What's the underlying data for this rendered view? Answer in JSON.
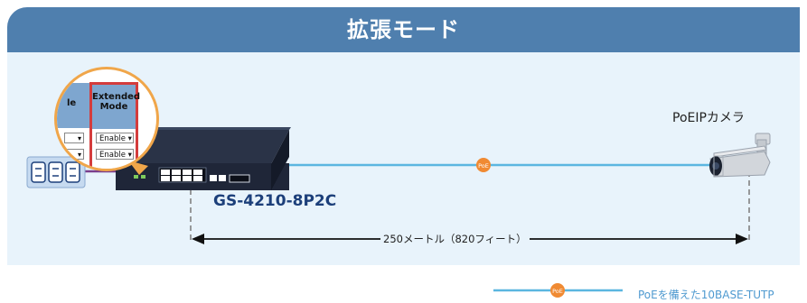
{
  "title": "拡張モード",
  "camera_label": "PoEIPカメラ",
  "switch_model": "GS-4210-8P2C",
  "distance_label": "250メートル（820フィート）",
  "poe_badge": "PoE",
  "legend": {
    "badge": "PoE",
    "label": "PoEを備えた10BASE-TUTP"
  },
  "zoom_table": {
    "left_col_header_fragment": "le",
    "header_line1": "Extended",
    "header_line2": "Mode",
    "rows": [
      "Enable ▾",
      "Enable ▾"
    ],
    "left_col_value": "▾"
  },
  "colors": {
    "banner": "#4f7fae",
    "panel": "#e8f3fb",
    "cable": "#5bb6e0",
    "poe_badge": "#f08a32",
    "zoom_ring": "#f0a64a",
    "highlight": "#d43c3c",
    "model_text": "#1c3f7a"
  },
  "icons": [
    "network-switch-icon",
    "ip-camera-icon",
    "patch-panel-icon",
    "poe-badge-icon",
    "magnifier-zoom-icon"
  ]
}
